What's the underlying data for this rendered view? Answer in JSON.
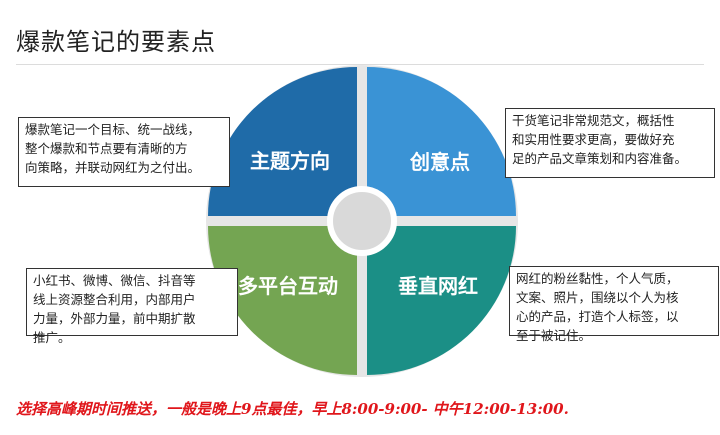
{
  "title": "爆款笔记的要素点",
  "quadrants": {
    "top_left": {
      "label": "主题方向",
      "color": "#1f6ba8"
    },
    "top_right": {
      "label": "创意点",
      "color": "#3a93d5"
    },
    "bottom_left": {
      "label": "多平台互动",
      "color": "#74a552"
    },
    "bottom_right": {
      "label": "垂直网红",
      "color": "#1b8f86"
    }
  },
  "center_color": "#d9d9d9",
  "notes": {
    "top_left": "爆款笔记一个目标、统一战线，\n整个爆款和节点要有清晰的方\n向策略，并联动网红为之付出。",
    "top_right": "干货笔记非常规范文，概括性\n和实用性要求更高，要做好充\n足的产品文章策划和内容准备。",
    "bottom_left": "小红书、微博、微信、抖音等\n线上资源整合利用，内部用户\n力量，外部力量，前中期扩散\n推广。",
    "bottom_right": "网红的粉丝黏性，个人气质，\n文案、照片，围绕以个人为核\n心的产品，打造个人标签，以\n至于被记住。"
  },
  "bottom_note": "选择高峰期时间推送，一般是晚上9点最佳，早上8:00-9:00- 中午12:00-13:00."
}
